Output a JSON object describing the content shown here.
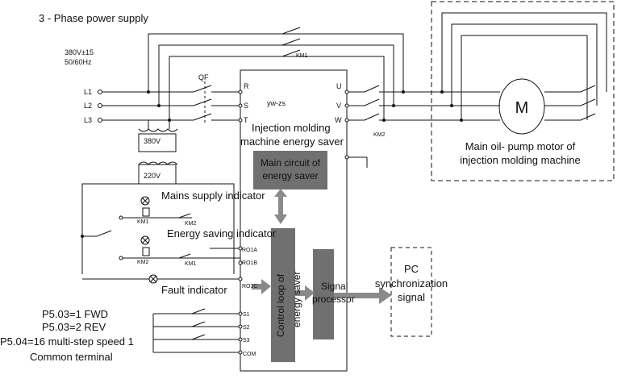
{
  "supply": {
    "title": "3 - Phase power supply",
    "voltage": "380V±15",
    "frequency": "50/60Hz",
    "phases": [
      "L1",
      "L2",
      "L3"
    ]
  },
  "breaker": {
    "label": "QF"
  },
  "contactors": {
    "km1": "KM1",
    "km2": "KM2"
  },
  "transformer": {
    "primary": "380V",
    "secondary": "220V"
  },
  "saver": {
    "model": "yw-zs",
    "title_line1": "Injection molding",
    "title_line2": "machine energy saver",
    "terminals_in": [
      "R",
      "S",
      "T"
    ],
    "terminals_out": [
      "U",
      "V",
      "W"
    ],
    "relay_terminals": [
      "RO1A",
      "RO1B",
      "RO1C"
    ],
    "input_terminals": [
      "S1",
      "S2",
      "S3",
      "COM"
    ],
    "main_circuit": [
      "Main circuit of",
      "energy saver"
    ],
    "control_loop": [
      "Control loop of",
      "energy saver"
    ],
    "signal_processor": [
      "Signal",
      "processor"
    ]
  },
  "motor": {
    "symbol": "M",
    "caption_line1": "Main oil- pump motor of",
    "caption_line2": "injection molding machine"
  },
  "indicators": {
    "mains": "Mains supply indicator",
    "energy_saving": "Energy saving indicator",
    "fault": "Fault indicator",
    "km1_small": "KM1",
    "km2_small": "KM2"
  },
  "pc": {
    "line1": "PC",
    "line2": "synchronization",
    "line3": "signal"
  },
  "inputs": {
    "fwd": "P5.03=1 FWD",
    "rev": "P5.03=2 REV",
    "multistep": "P5.04=16 multi-step speed 1",
    "common": "Common terminal"
  },
  "colors": {
    "line": "#111111",
    "block": "#707070",
    "block_text": "#111111",
    "arrow": "#8a8a8a"
  }
}
